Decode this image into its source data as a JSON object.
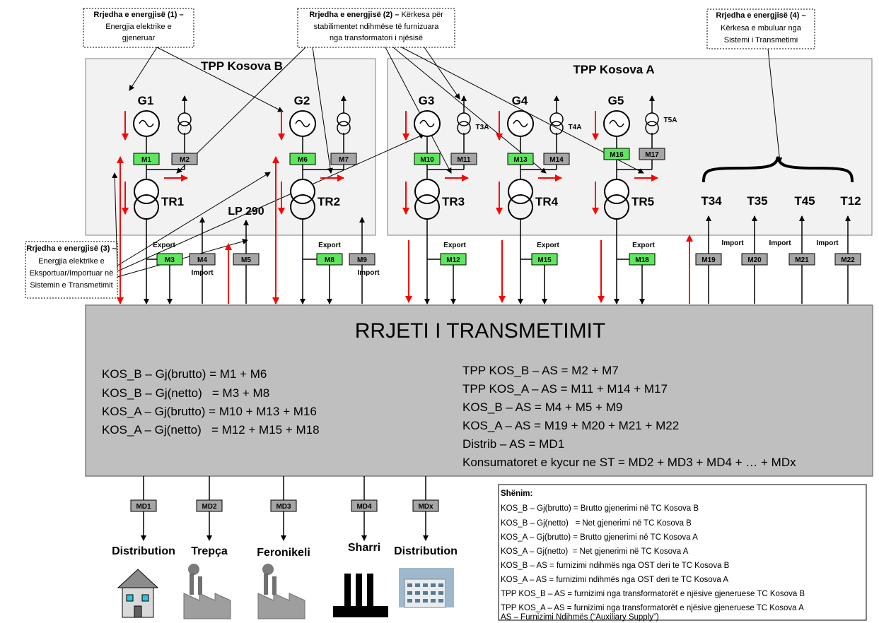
{
  "callouts": {
    "c1": {
      "title": "Rrjedha e energjisë (1) –",
      "lines": [
        "Energjia elektrike e",
        "gjeneruar"
      ]
    },
    "c2": {
      "title": "Rrjedha e energjisë (2) –",
      "title_rest": " Kërkesa për",
      "lines": [
        "stabilimentet ndihmëse të furnizuara",
        "nga transformatori i njësisë"
      ]
    },
    "c3": {
      "title": "Rrjedha e energjisë (3) –",
      "lines": [
        "Energjia elektrike e",
        "Eksportuar/Importuar në",
        "Sistemin e Transmetimit"
      ]
    },
    "c4": {
      "title": "Rrjedha e energjisë (4) –",
      "lines": [
        "Kërkesa e mbuluar nga",
        "Sistemi i Transmetimi"
      ]
    }
  },
  "plants": {
    "kos_b": "TPP Kosova B",
    "kos_a": "TPP Kosova A"
  },
  "units": {
    "generators": [
      "G1",
      "G2",
      "G3",
      "G4",
      "G5"
    ],
    "transformers": [
      "TR1",
      "TR2",
      "TR3",
      "TR4",
      "TR5"
    ],
    "aux_transformers": [
      "T3A",
      "T4A",
      "T5A"
    ],
    "line": "LP 290",
    "tie_lines": [
      "T34",
      "T35",
      "T45",
      "T12"
    ]
  },
  "meters": {
    "m1": "M1",
    "m2": "M2",
    "m3": "M3",
    "m4": "M4",
    "m5": "M5",
    "m6": "M6",
    "m7": "M7",
    "m8": "M8",
    "m9": "M9",
    "m10": "M10",
    "m11": "M11",
    "m12": "M12",
    "m13": "M13",
    "m14": "M14",
    "m15": "M15",
    "m16": "M16",
    "m17": "M17",
    "m18": "M18",
    "m19": "M19",
    "m20": "M20",
    "m21": "M21",
    "m22": "M22",
    "md1": "MD1",
    "md2": "MD2",
    "md3": "MD3",
    "md4": "MD4",
    "mdx": "MDx"
  },
  "flow_labels": {
    "export": "Export",
    "import": "Import"
  },
  "grid": {
    "title": "RRJETI I TRANSMETIMIT",
    "left_formulas": [
      "KOS_B – Gj(brutto) = M1 + M6",
      "KOS_B – Gj(netto)   = M3 + M8",
      "KOS_A – Gj(brutto) = M10 + M13 + M16",
      "KOS_A – Gj(netto)   = M12 + M15 + M18"
    ],
    "right_formulas": [
      "TPP KOS_B – AS = M2 + M7",
      "TPP KOS_A – AS = M11 + M14 + M17",
      "KOS_B – AS = M4 + M5 + M9",
      "KOS_A – AS = M19 + M20 + M21 + M22",
      "Distrib – AS = MD1",
      "Konsumatoret e kycur ne ST = MD2 + MD3 + MD4 + … + MDx"
    ]
  },
  "consumers": [
    "Distribution",
    "Trepça",
    "Feronikeli",
    "Sharri",
    "Distribution"
  ],
  "note": {
    "title": "Shënim:",
    "lines": [
      "KOS_B – Gj(brutto) = Brutto gjenerimi në TC Kosova B",
      "KOS_B – Gj(netto)   = Net gjenerimi në TC Kosova B",
      "KOS_A – Gj(brutto) = Brutto gjenerimi në TC Kosova A",
      "KOS_A – Gj(netto)  = Net gjenerimi në TC Kosova A",
      "KOS_B – AS = furnizimi ndihmës nga OST deri te TC Kosova B",
      "KOS_A – AS = furnizimi ndihmës nga OST deri te TC Kosova A",
      "TPP KOS_B – AS = furnizimi nga transformatorët e njësive gjeneruese TC Kosova B",
      "TPP KOS_A – AS = furnizimi nga transformatorët e njësive gjeneruese TC Kosova A",
      "AS – Furnizimi Ndihmës (“Auxiliary Supply”)"
    ]
  },
  "colors": {
    "meter_green": "#5ee65e",
    "meter_gray": "#a6a6a6",
    "flow_red": "#ff0000",
    "grid_fill": "#bfbfbf",
    "plant_fill": "#f2f2f2"
  }
}
